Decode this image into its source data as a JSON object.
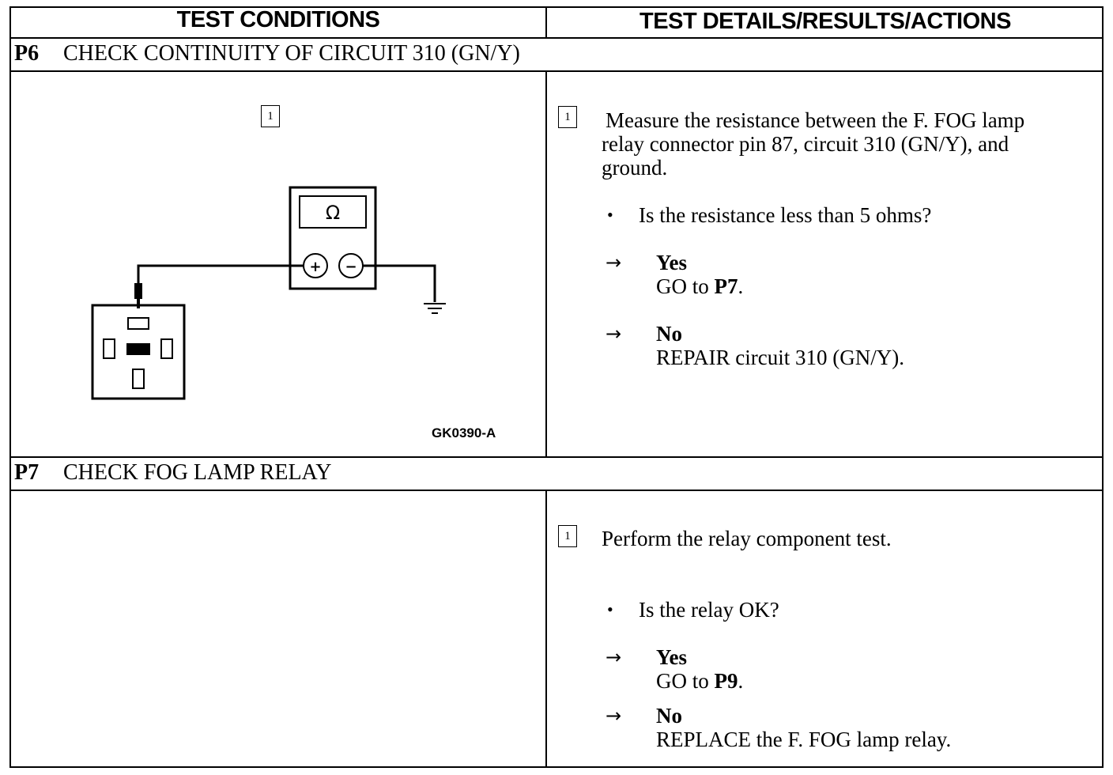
{
  "header": {
    "left": "TEST CONDITIONS",
    "right": "TEST DETAILS/RESULTS/ACTIONS"
  },
  "p6": {
    "id": "P6",
    "title": "CHECK CONTINUITY OF CIRCUIT 310 (GN/Y)",
    "figure": {
      "step_label": "1",
      "meter_symbol": "Ω",
      "plus_symbol": "+",
      "minus_symbol": "−",
      "code": "GK0390-A",
      "icons": [
        "ohmmeter-icon",
        "ground-symbol-icon",
        "relay-connector-icon"
      ]
    },
    "step_label": "1",
    "instruction_lines": [
      "Measure the resistance between the F. FOG lamp",
      "relay connector pin 87, circuit 310 (GN/Y), and",
      "ground."
    ],
    "question": "Is the resistance less than 5 ohms?",
    "bullet": "•",
    "arrow": "→",
    "yes": {
      "label": "Yes",
      "action_prefix": "GO to ",
      "action_target": "P7",
      "action_suffix": "."
    },
    "no": {
      "label": "No",
      "action": "REPAIR circuit 310 (GN/Y)."
    }
  },
  "p7": {
    "id": "P7",
    "title": "CHECK FOG LAMP RELAY",
    "step_label": "1",
    "instruction": "Perform the relay component test.",
    "question": "Is the relay OK?",
    "bullet": "•",
    "arrow": "→",
    "yes": {
      "label": "Yes",
      "action_prefix": "GO to ",
      "action_target": "P9",
      "action_suffix": "."
    },
    "no": {
      "label": "No",
      "action": "REPLACE the F. FOG lamp relay."
    }
  }
}
